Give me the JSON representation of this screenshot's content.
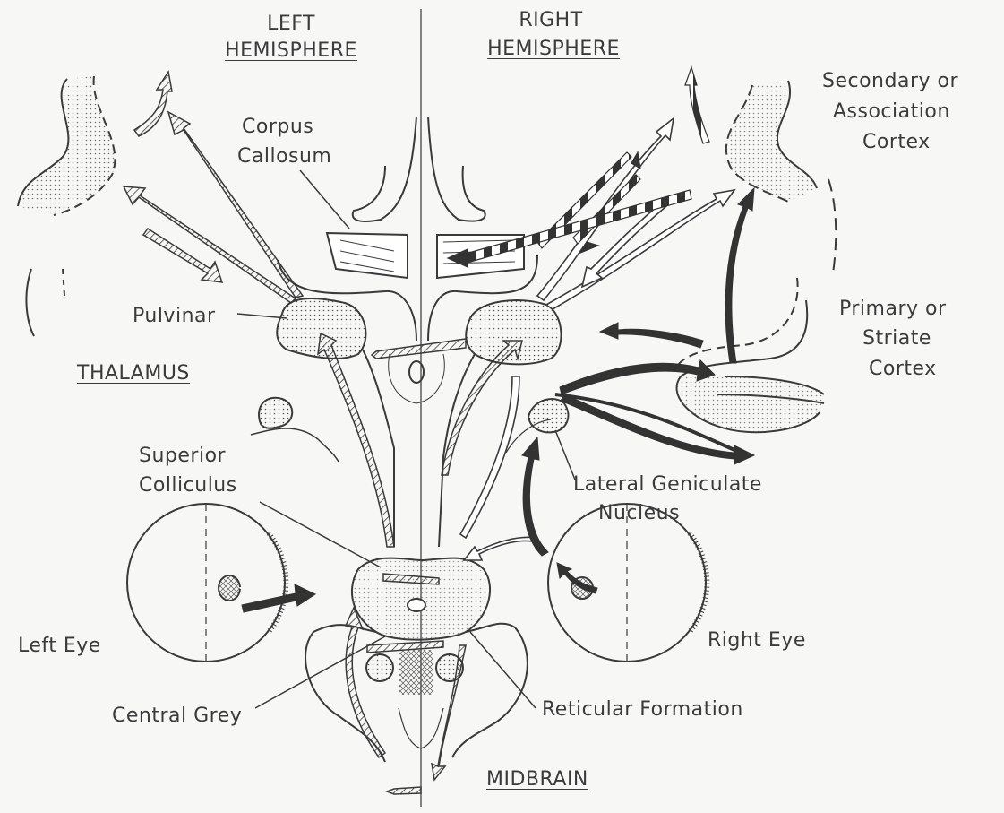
{
  "labels": {
    "left_hemisphere_1": "LEFT",
    "left_hemisphere_2": "HEMISPHERE",
    "right_hemisphere_1": "RIGHT",
    "right_hemisphere_2": "HEMISPHERE",
    "corpus_callosum_1": "Corpus",
    "corpus_callosum_2": "Callosum",
    "secondary_cortex_1": "Secondary or",
    "secondary_cortex_2": "Association",
    "secondary_cortex_3": "Cortex",
    "pulvinar": "Pulvinar",
    "primary_cortex_1": "Primary or",
    "primary_cortex_2": "Striate",
    "primary_cortex_3": "Cortex",
    "thalamus": "THALAMUS",
    "superior_colliculus_1": "Superior",
    "superior_colliculus_2": "Colliculus",
    "lgn_1": "Lateral Geniculate",
    "lgn_2": "Nucleus",
    "left_eye": "Left Eye",
    "right_eye": "Right Eye",
    "central_grey": "Central Grey",
    "reticular_formation": "Reticular Formation",
    "midbrain": "MIDBRAIN"
  },
  "colors": {
    "ink": "#3a3a3a",
    "paper": "#f7f7f5",
    "dark_arrow": "#333333"
  }
}
